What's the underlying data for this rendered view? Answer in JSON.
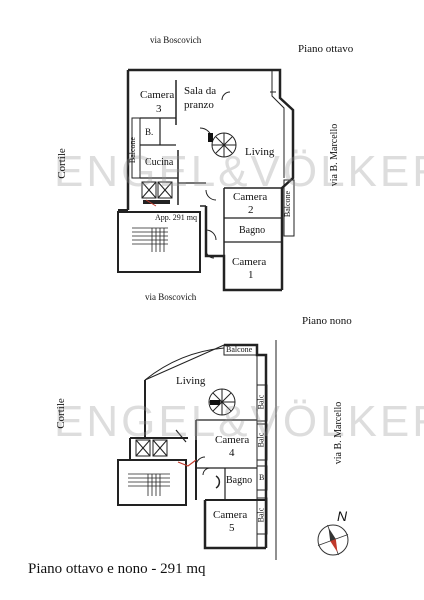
{
  "watermark": "ENGEL&VÖLKERS",
  "eighth": {
    "floor_label": "Piano ottavo",
    "street_top": "via Boscovich",
    "street_bottom": "via Boscovich",
    "street_right": "via B. Marcello",
    "courtyard": "Cortile",
    "rooms": {
      "camera3_a": "Camera",
      "camera3_b": "3",
      "sala_a": "Sala da",
      "sala_b": "pranzo",
      "b": "B.",
      "living": "Living",
      "balcone_left": "Balcone",
      "cucina": "Cucina",
      "camera2_a": "Camera",
      "camera2_b": "2",
      "balcone_right": "Balcone",
      "app": "App. 291 mq",
      "bagno": "Bagno",
      "camera1_a": "Camera",
      "camera1_b": "1"
    }
  },
  "ninth": {
    "floor_label": "Piano nono",
    "street_right": "via B. Marcello",
    "courtyard": "Cortile",
    "rooms": {
      "balcone": "Balcone",
      "living": "Living",
      "balc1": "Balc",
      "camera4_a": "Camera",
      "camera4_b": "4",
      "balc2": "Balc",
      "bagno": "Bagno",
      "b": "B",
      "camera5_a": "Camera",
      "camera5_b": "5",
      "balc3": "Balc"
    }
  },
  "caption": "Piano ottavo e nono - 291 mq",
  "compass": {
    "label": "N"
  }
}
